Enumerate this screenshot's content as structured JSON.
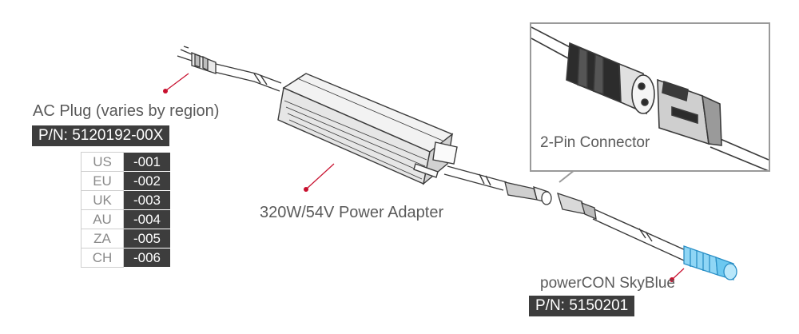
{
  "colors": {
    "accent_red": "#c8102e",
    "dark_label_bg": "#3d3d3d",
    "skyblue": "#6cc8f0",
    "line": "#3a3a3a"
  },
  "ac_plug": {
    "label": "AC Plug (varies by region)",
    "part_number": "P/N: 5120192-00X"
  },
  "regions": [
    {
      "region": "US",
      "code": "-001"
    },
    {
      "region": "EU",
      "code": "-002"
    },
    {
      "region": "UK",
      "code": "-003"
    },
    {
      "region": "AU",
      "code": "-004"
    },
    {
      "region": "ZA",
      "code": "-005"
    },
    {
      "region": "CH",
      "code": "-006"
    }
  ],
  "adapter": {
    "label": "320W/54V Power Adapter"
  },
  "connector": {
    "label": "2-Pin Connector"
  },
  "powercon": {
    "label": "powerCON SkyBlue",
    "part_number": "P/N: 5150201"
  }
}
